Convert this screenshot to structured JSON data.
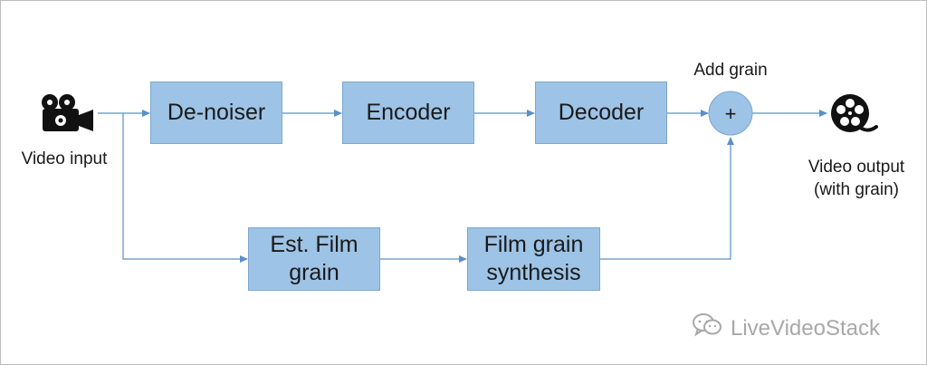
{
  "nodes": {
    "denoiser": "De-noiser",
    "encoder": "Encoder",
    "decoder": "Decoder",
    "estimate": "Est. Film\ngrain",
    "synthesis": "Film grain\nsynthesis",
    "adder_symbol": "+"
  },
  "labels": {
    "video_input": "Video input",
    "add_grain": "Add grain",
    "video_output": "Video output\n(with grain)"
  },
  "icons": {
    "input": "video-camera-icon",
    "output": "film-reel-icon",
    "watermark": "wechat-icon"
  },
  "watermark": {
    "text": "LiveVideoStack"
  },
  "colors": {
    "box_fill": "#9dc3e6",
    "box_border": "#7ea6cf",
    "arrow": "#5b8fc7",
    "watermark": "#a8a8a8"
  }
}
